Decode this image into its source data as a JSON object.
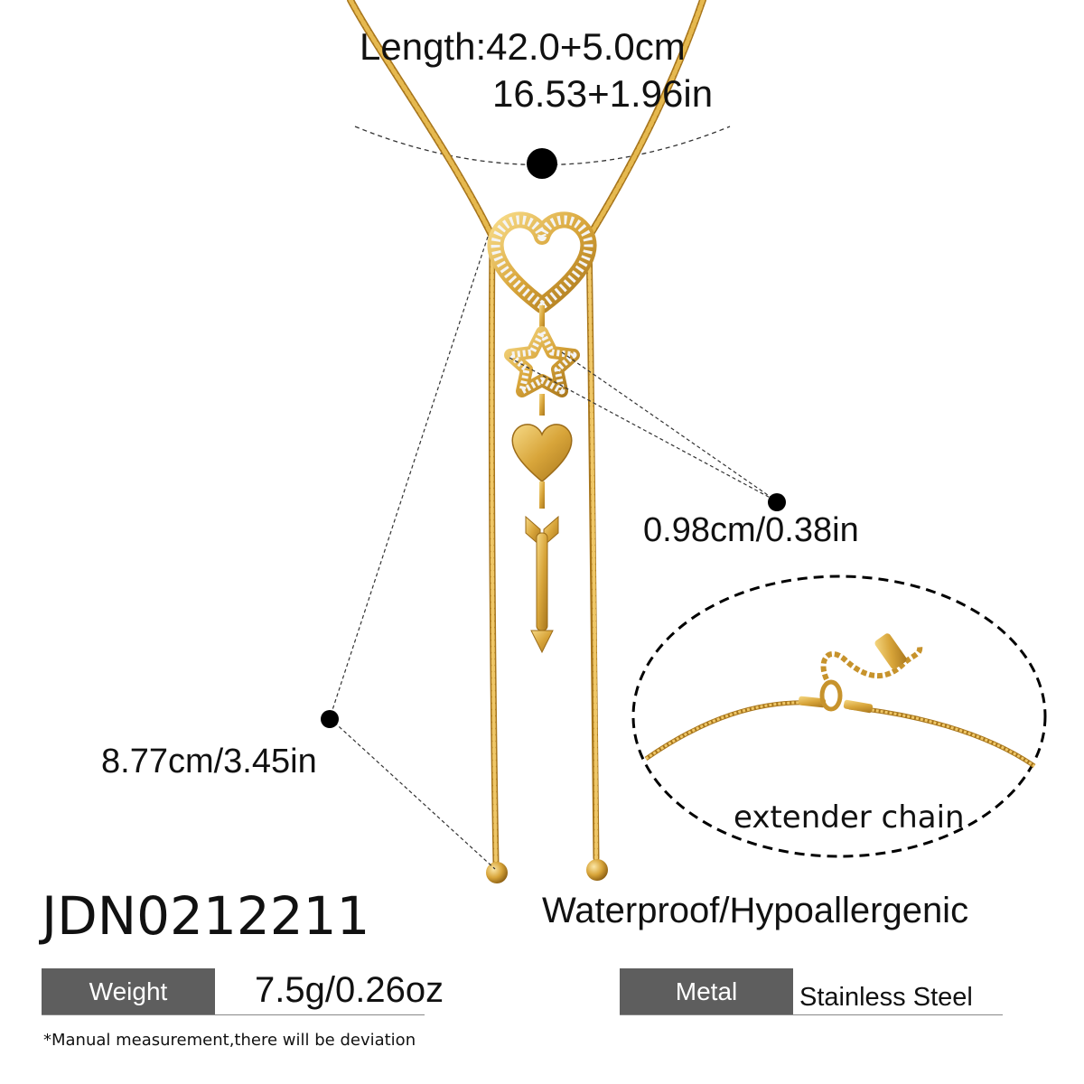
{
  "labels": {
    "length_cm": "Length:42.0+5.0cm",
    "length_in": "16.53+1.96in",
    "pendant_size": "0.98cm/0.38in",
    "chain_drop_size": "8.77cm/3.45in",
    "extender": "extender chain",
    "sku": "JDN0212211",
    "features": "Waterproof/Hypoallergenic",
    "disclaimer": "*Manual measurement,there will be deviation"
  },
  "specs": {
    "weight_label": "Weight",
    "weight_value": "7.5g/0.26oz",
    "metal_label": "Metal",
    "metal_value": "Stainless Steel"
  },
  "colors": {
    "gold": "#d8a53a",
    "gold_light": "#f3d27a",
    "gold_dark": "#a8761c",
    "label_box": "#5e5e5e",
    "rhinestone": "#f4f4f4"
  },
  "icons": [
    "heart-pendant-icon",
    "star-pendant-icon",
    "puffy-heart-icon",
    "arrow-pendant-icon",
    "lobster-clasp-icon"
  ]
}
